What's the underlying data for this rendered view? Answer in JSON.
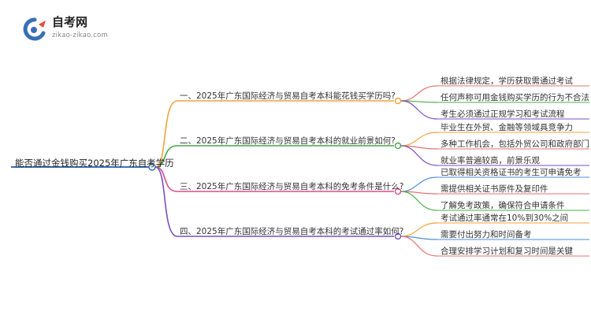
{
  "logo": {
    "title": "自考网",
    "subtitle": "zikao-zikao.com"
  },
  "mindmap": {
    "root": "能否通过金钱购买2025年广东自考学历",
    "branches": [
      {
        "label": "一、2025年广东国际经济与贸易自考本科能花钱买学历吗?",
        "color": "#f0a33b",
        "leaves": [
          "根据法律规定，学历获取需通过考试",
          "任何声称可用金钱购买学历的行为不合法",
          "考生必须通过正规学习和考试流程"
        ]
      },
      {
        "label": "二、2025年广东国际经济与贸易自考本科的就业前景如何?",
        "color": "#4aa64a",
        "leaves": [
          "毕业生在外贸、金融等领域具竞争力",
          "多种工作机会，包括外贸公司和政府部门",
          "就业率普遍较高，前景乐观"
        ]
      },
      {
        "label": "三、2025年广东国际经济与贸易自考本科的免考条件是什么?",
        "color": "#d84d8d",
        "leaves": [
          "已取得相关资格证书的考生可申请免考",
          "需提供相关证书原件及复印件",
          "了解免考政策，确保符合申请条件"
        ]
      },
      {
        "label": "四、2025年广东国际经济与贸易自考本科的考试通过率如何?",
        "color": "#7a4fc0",
        "leaves": [
          "考试通过率通常在10%到30%之间",
          "需要付出努力和时间备考",
          "合理安排学习计划和复习时间是关键"
        ]
      }
    ],
    "leaf_colors": [
      "#e57373",
      "#4caf50",
      "#7a4fc0",
      "#f0a33b",
      "#e57373",
      "#7a4fc0",
      "#4a8fd8",
      "#e57373",
      "#4caf50",
      "#f0a33b",
      "#4a8fd8",
      "#e57373"
    ],
    "root_color": "#3a6fb8"
  }
}
